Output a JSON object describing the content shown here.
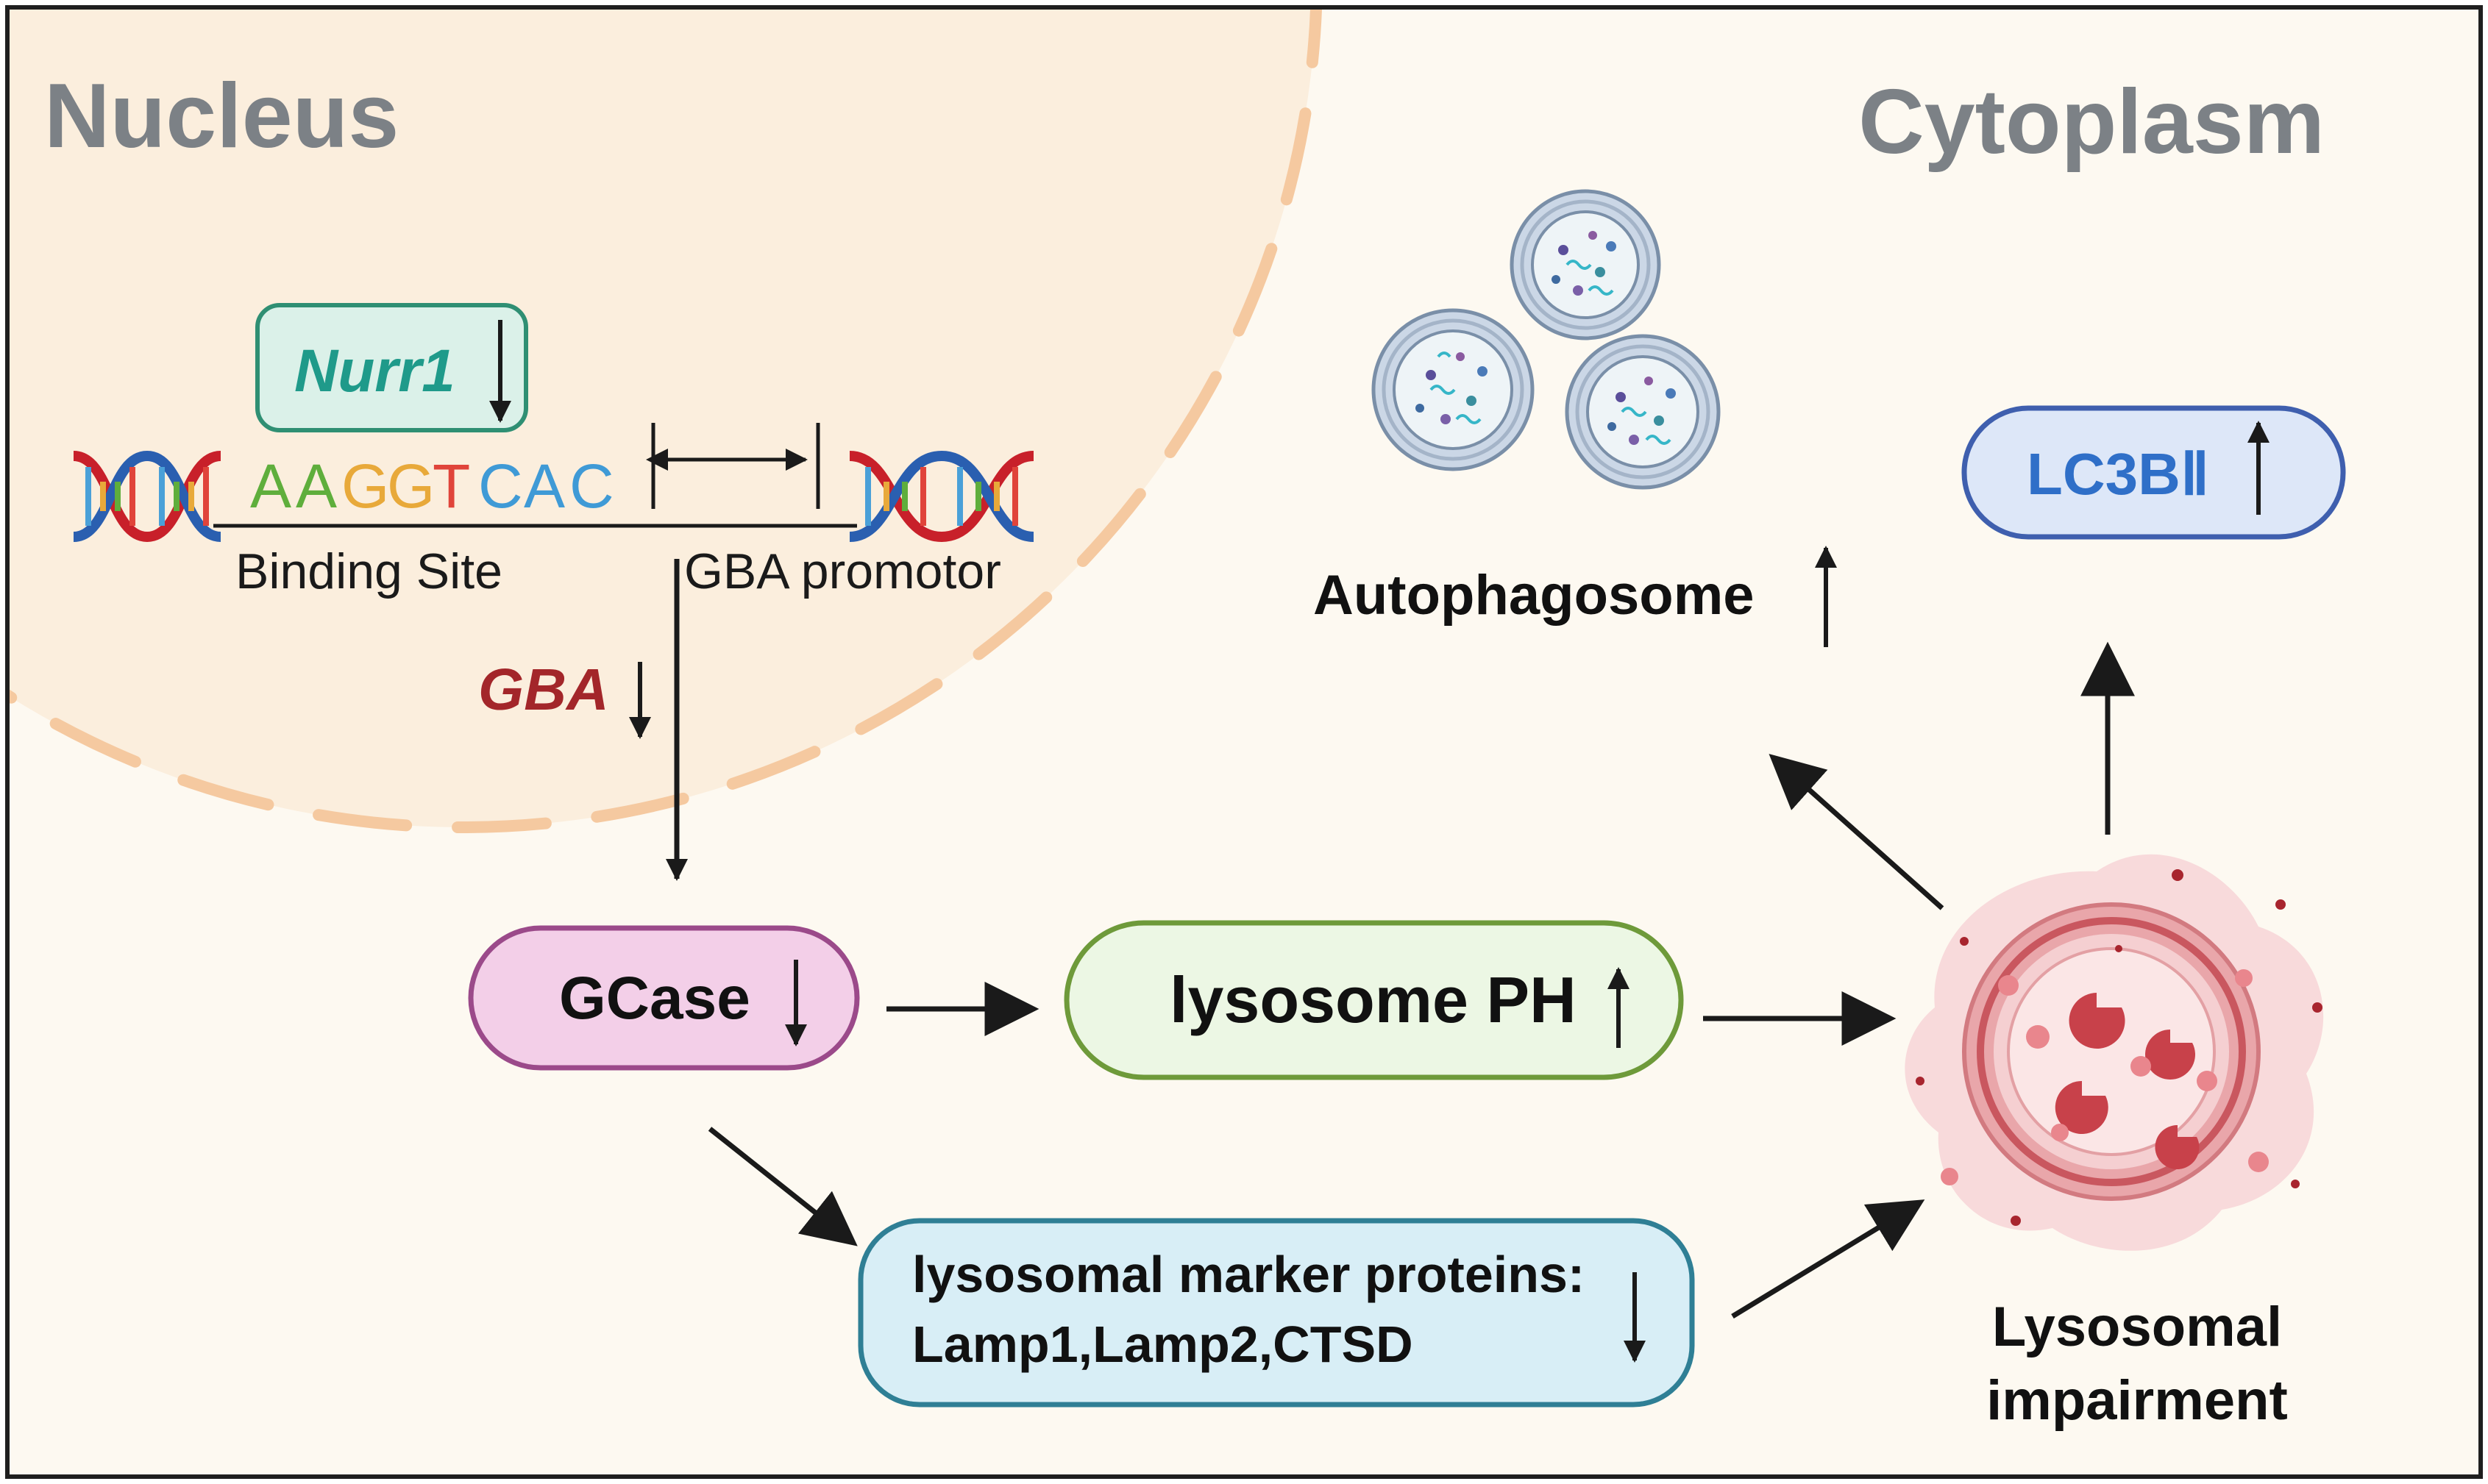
{
  "regions": {
    "nucleus_label": "Nucleus",
    "cytoplasm_label": "Cytoplasm"
  },
  "nurr1": {
    "label": "Nurr1",
    "trend": "down"
  },
  "dna": {
    "sequence": [
      "A",
      "A",
      "G",
      "G",
      "T",
      "C",
      "A",
      "C"
    ],
    "sequence_colors": [
      "#5fae3c",
      "#5fae3c",
      "#e8a93a",
      "#e8a93a",
      "#e0443a",
      "#3f9ad6",
      "#3f9ad6",
      "#3f9ad6"
    ],
    "binding_site_label": "Binding Site",
    "promotor_label": "GBA promotor"
  },
  "gba": {
    "label": "GBA",
    "trend": "down"
  },
  "nodes": {
    "gcase": {
      "label": "GCase",
      "trend": "down"
    },
    "lysosome_ph": {
      "label": "lysosome PH",
      "trend": "up"
    },
    "markers": {
      "line1": "lysosomal marker proteins:",
      "line2": "Lamp1,Lamp2,CTSD",
      "trend": "down"
    },
    "lc3b": {
      "label": "LC3BⅡ",
      "trend": "up"
    },
    "autophagosome": {
      "label": "Autophagosome",
      "trend": "up"
    },
    "lysosomal_impairment": {
      "line1": "Lysosomal",
      "line2": "impairment"
    }
  },
  "colors": {
    "background": "#fdf9f1",
    "nucleus_fill": "#fbeedd",
    "nucleus_dash": "#f5c9a0",
    "region_text": "#7c8186",
    "nurr1_text": "#1f9a8a",
    "nurr1_fill": "#dbf1e9",
    "nurr1_stroke": "#2f8f73",
    "gba_text": "#a3262a",
    "gcase_fill": "#f3cfe8",
    "gcase_stroke": "#9b4a8a",
    "ph_fill": "#ecf7e4",
    "ph_stroke": "#6e9a3a",
    "markers_fill": "#d8eef6",
    "markers_stroke": "#2f7f95",
    "lc3b_fill": "#dde7f8",
    "lc3b_stroke": "#3f5fae",
    "lc3b_text": "#2f6fc8",
    "arrow": "#1a1a1a"
  },
  "icons": [
    "dna-helix-icon",
    "autophagosome-icon",
    "damaged-lysosome-icon",
    "up-arrow-icon",
    "down-arrow-icon"
  ]
}
